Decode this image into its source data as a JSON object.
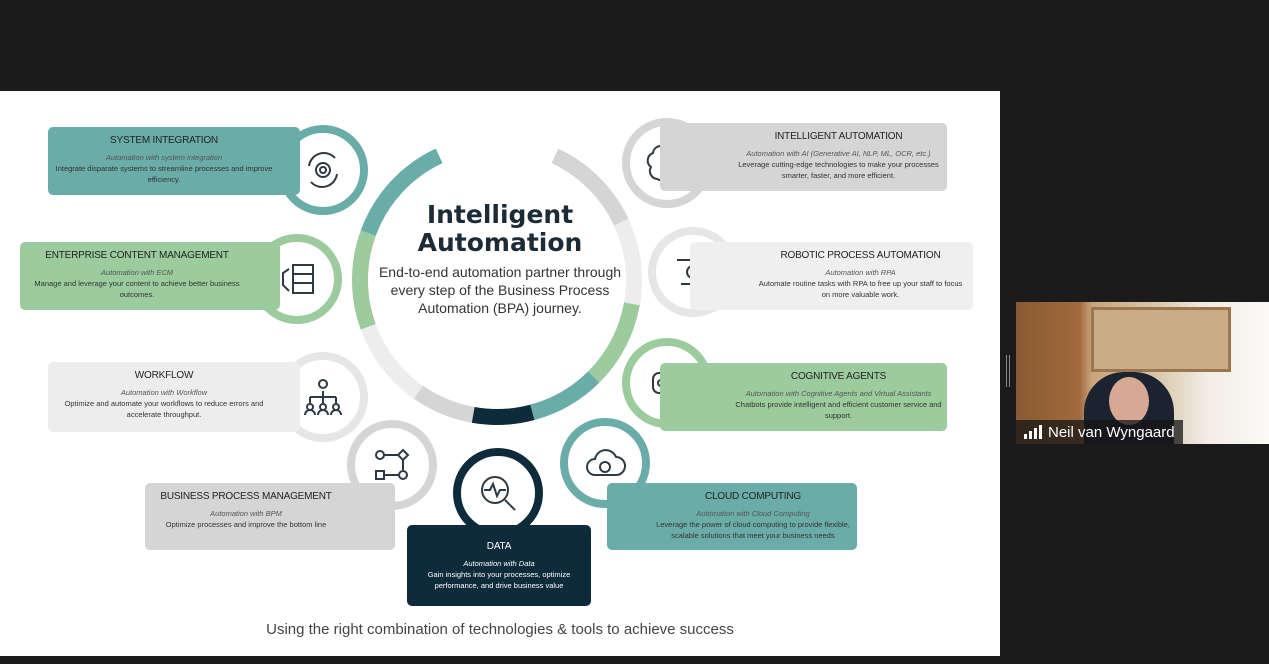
{
  "slide": {
    "title": "Intelligent Automation",
    "subtitle": "End-to-end automation partner through every step of the Business Process Automation (BPA) journey.",
    "tagline": "Using the right combination of technologies & tools to achieve success",
    "cards": [
      {
        "title": "SYSTEM INTEGRATION",
        "sub": "Automation with system integration",
        "desc": "Integrate disparate systems to streamline processes and improve efficiency.",
        "icon": "gear-cycle-icon",
        "color": "#6aaca8"
      },
      {
        "title": "ENTERPRISE CONTENT MANAGEMENT",
        "sub": "Automation with ECM",
        "desc": "Manage and leverage your content to achieve better business outcomes.",
        "icon": "content-server-icon",
        "color": "#9ccb9e"
      },
      {
        "title": "WORKFLOW",
        "sub": "Automation with Workflow",
        "desc": "Optimize and automate your workflows to reduce errors and accelerate throughput.",
        "icon": "org-chart-icon",
        "color": "#ededed"
      },
      {
        "title": "BUSINESS PROCESS MANAGEMENT",
        "sub": "Automation with BPM",
        "desc": "Optimize processes and improve the bottom line",
        "icon": "process-flow-icon",
        "color": "#d5d5d5"
      },
      {
        "title": "DATA",
        "sub": "Automation with Data",
        "desc": "Gain insights into your processes, optimize performance, and drive business value",
        "icon": "data-magnifier-icon",
        "color": "#0e2b3b"
      },
      {
        "title": "CLOUD COMPUTING",
        "sub": "Automation with Cloud Computing",
        "desc": "Leverage the power of cloud computing to provide flexible, scalable solutions that meet your business needs",
        "icon": "cloud-sync-icon",
        "color": "#6aaca8"
      },
      {
        "title": "COGNITIVE AGENTS",
        "sub": "Automation with Cognitive Agents and Virtual Assistants",
        "desc": "Chatbots provide intelligent and efficient customer service and support.",
        "icon": "robot-icon",
        "color": "#9ccb9e"
      },
      {
        "title": "ROBOTIC PROCESS AUTOMATION",
        "sub": "Automation with RPA",
        "desc": "Automate routine tasks with RPA to free up your staff to focus on more valuable work.",
        "icon": "gear-arrows-icon",
        "color": "#efefef"
      },
      {
        "title": "INTELLIGENT AUTOMATION",
        "sub": "Automation with AI (Generative AI, NLP, ML, OCR, etc.)",
        "desc": "Leverage cutting-edge technologies to make your processes smarter, faster, and more efficient.",
        "icon": "brain-circuit-icon",
        "color": "#d5d5d5"
      }
    ]
  },
  "video": {
    "participant": "Neil van Wyngaard"
  }
}
